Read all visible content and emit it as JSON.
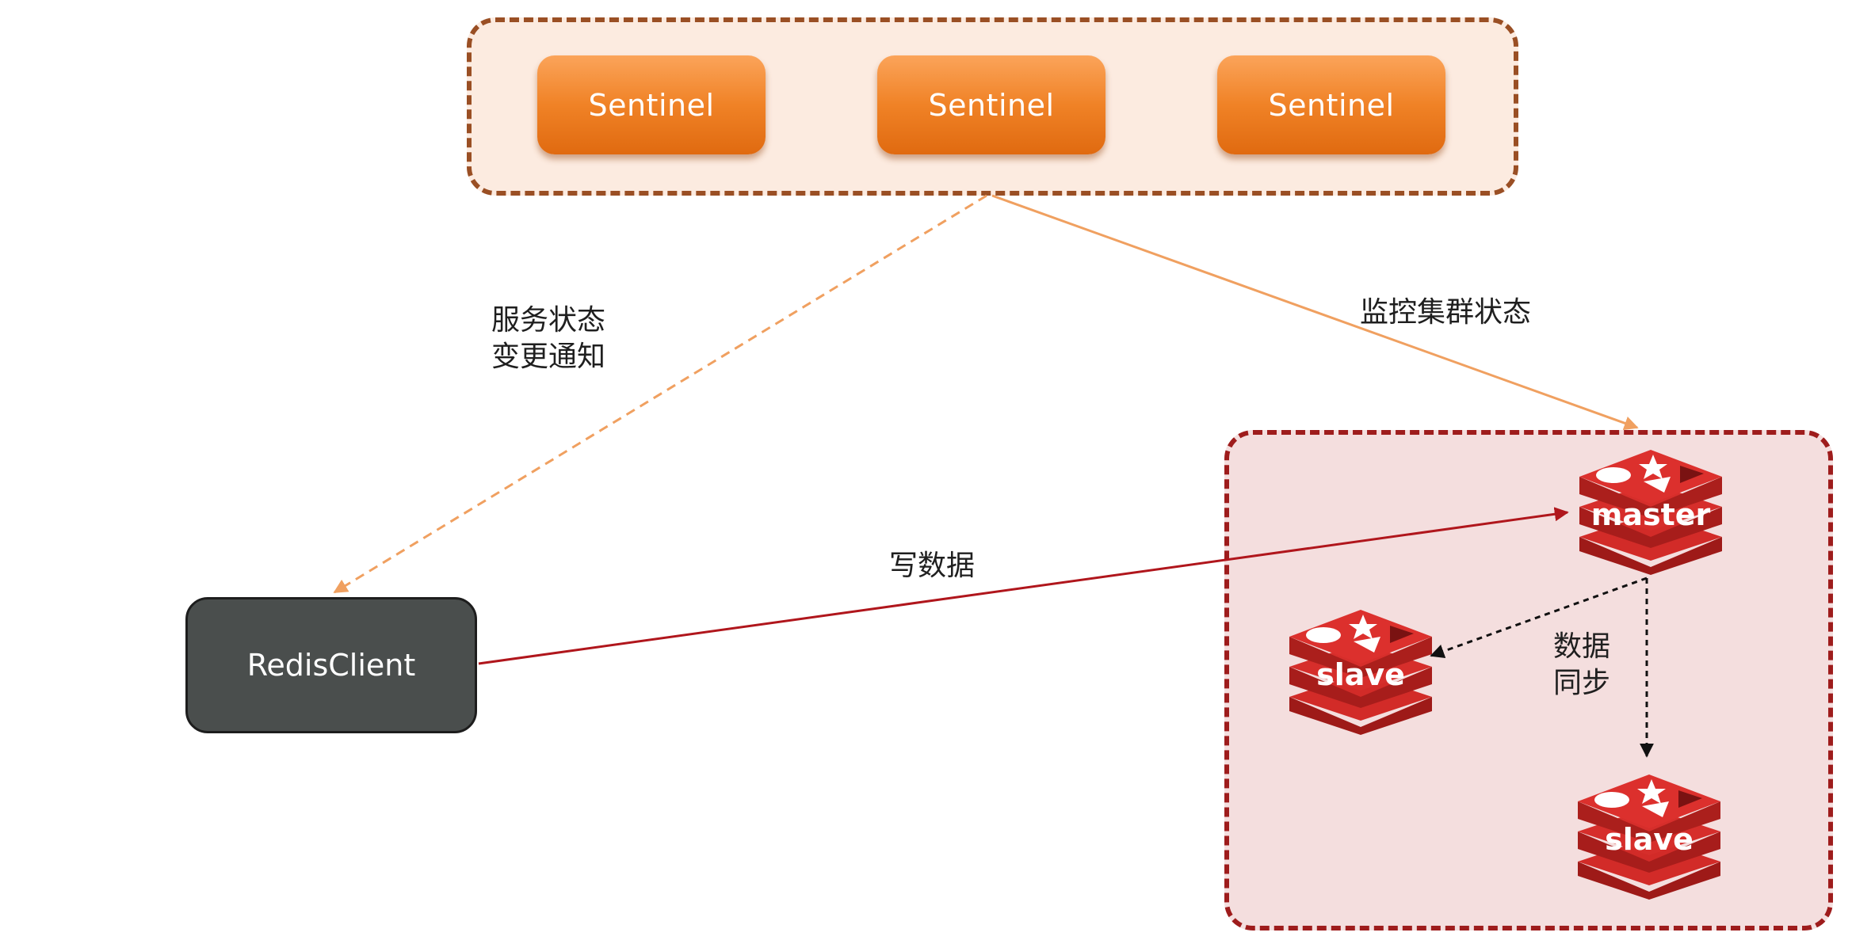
{
  "sentinels": [
    "Sentinel",
    "Sentinel",
    "Sentinel"
  ],
  "client": {
    "label": "RedisClient"
  },
  "edges": {
    "notify": {
      "line1": "服务状态",
      "line2": "变更通知"
    },
    "monitor": {
      "label": "监控集群状态"
    },
    "write": {
      "label": "写数据"
    },
    "sync": {
      "line1": "数据",
      "line2": "同步"
    }
  },
  "nodes": {
    "master": {
      "label": "master"
    },
    "slave_left": {
      "label": "slave"
    },
    "slave_bottom": {
      "label": "slave"
    }
  },
  "colors": {
    "sentinel": "#f08226",
    "sentinel_group_fill": "#fcebe0",
    "cluster_fill": "#f4dede",
    "redis_red": "#d22b28",
    "client_fill": "#4a4e4d",
    "monitor_line": "#f0a060",
    "write_line": "#b0161c"
  }
}
